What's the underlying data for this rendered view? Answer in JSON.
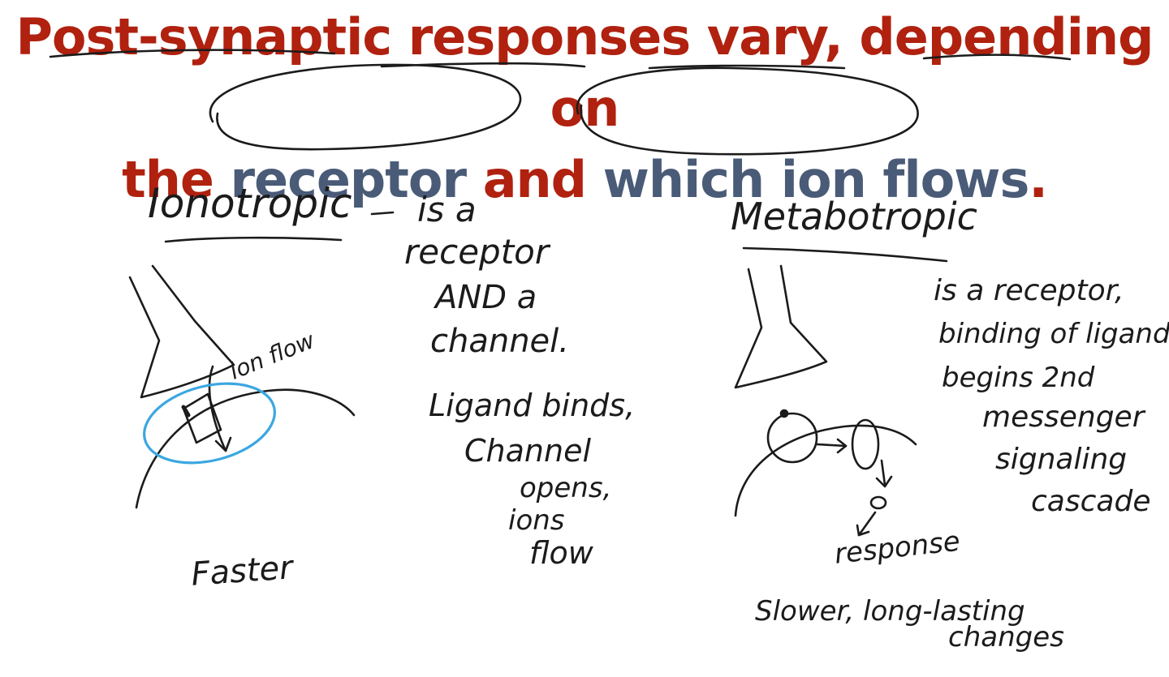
{
  "slide": {
    "title_line1": "Post-synaptic responses vary, depending on",
    "title_line2_pre": "the ",
    "title_line2_receptor": "receptor",
    "title_line2_mid": " and ",
    "title_line2_ion": "which ion flows",
    "title_line2_end": ".",
    "title_color": "#b0210f",
    "highlight_color": "#4a5b78"
  },
  "ionotropic": {
    "heading": "Ionotropic",
    "dash": "–",
    "desc_1": "is a",
    "desc_2": "receptor",
    "desc_3": "AND a",
    "desc_4": "channel.",
    "bind_1": "Ligand binds,",
    "bind_2": "Channel",
    "bind_3": "opens,",
    "bind_4": "ions",
    "bind_5": "flow",
    "ion_label": "ion flow",
    "speed": "Faster",
    "circle_color": "#3ba7e0"
  },
  "metabotropic": {
    "heading": "Metabotropic",
    "desc_1": "is a receptor,",
    "desc_2": "binding of ligand",
    "desc_3": "begins 2nd",
    "desc_4": "messenger",
    "desc_5": "signaling",
    "desc_6": "cascade",
    "response": "response",
    "speed_1": "Slower, long-lasting",
    "speed_2": "changes"
  }
}
